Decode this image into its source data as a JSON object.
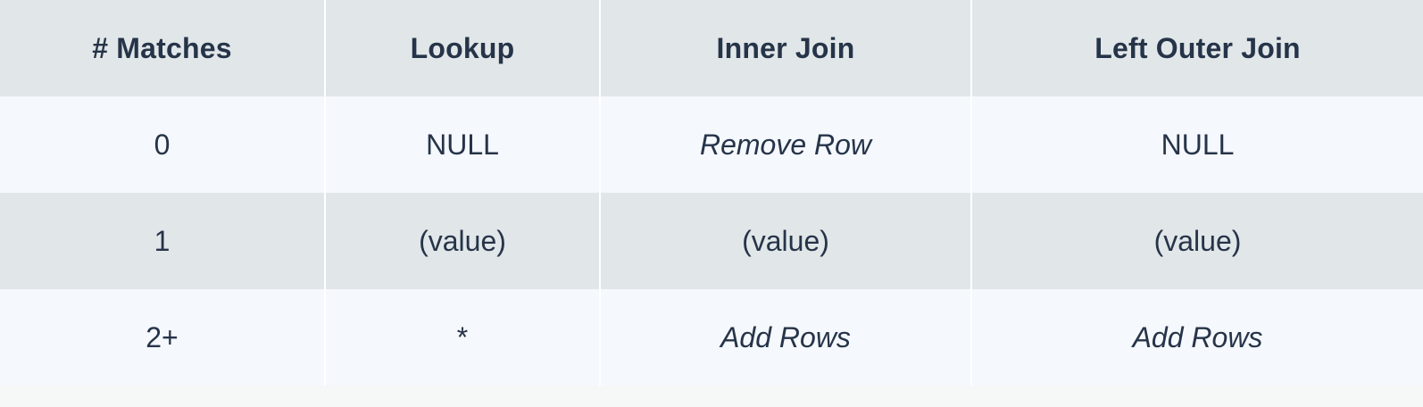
{
  "table": {
    "headers": [
      "# Matches",
      "Lookup",
      "Inner Join",
      "Left Outer Join"
    ],
    "rows": [
      {
        "cells": [
          "0",
          "NULL",
          "Remove Row",
          "NULL"
        ],
        "italic": [
          false,
          false,
          true,
          false
        ]
      },
      {
        "cells": [
          "1",
          "(value)",
          "(value)",
          "(value)"
        ],
        "italic": [
          false,
          false,
          false,
          false
        ]
      },
      {
        "cells": [
          "2+",
          "*",
          "Add Rows",
          "Add Rows"
        ],
        "italic": [
          false,
          false,
          true,
          true
        ]
      }
    ]
  },
  "colors": {
    "header_bg": "#e1e6e8",
    "row_light_bg": "#f5f8fc",
    "row_dark_bg": "#e1e6e8",
    "text": "#263449"
  }
}
